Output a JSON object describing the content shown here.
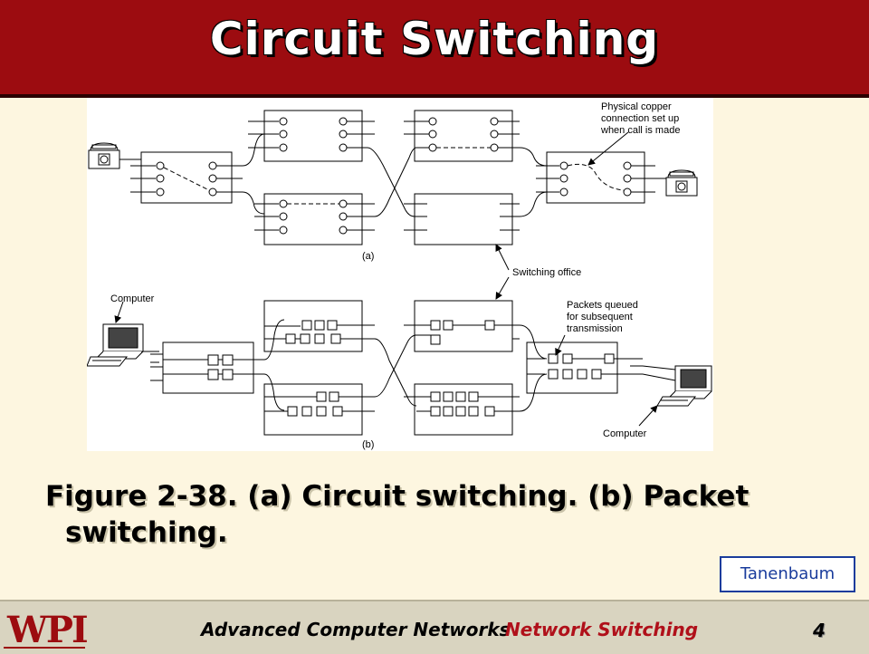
{
  "slide": {
    "title": "Circuit Switching",
    "caption_line1": "Figure 2-38. (a) Circuit switching. (b) Packet",
    "caption_line2": "switching.",
    "credit": "Tanenbaum"
  },
  "figure": {
    "label_a": "(a)",
    "label_b": "(b)",
    "physical_copper_1": "Physical copper",
    "physical_copper_2": "connection set up",
    "physical_copper_3": "when call is made",
    "switching_office": "Switching office",
    "computer_left": "Computer",
    "computer_right": "Computer",
    "packets_1": "Packets queued",
    "packets_2": "for subsequent",
    "packets_3": "transmission"
  },
  "footer": {
    "logo": "WPI",
    "course": "Advanced Computer Networks",
    "topic": "Network Switching",
    "page": "4"
  },
  "colors": {
    "title_bar": "#9c0c10",
    "background": "#fdf6e0",
    "credit_border": "#1a3c9c",
    "footer_topic": "#b0101a"
  }
}
